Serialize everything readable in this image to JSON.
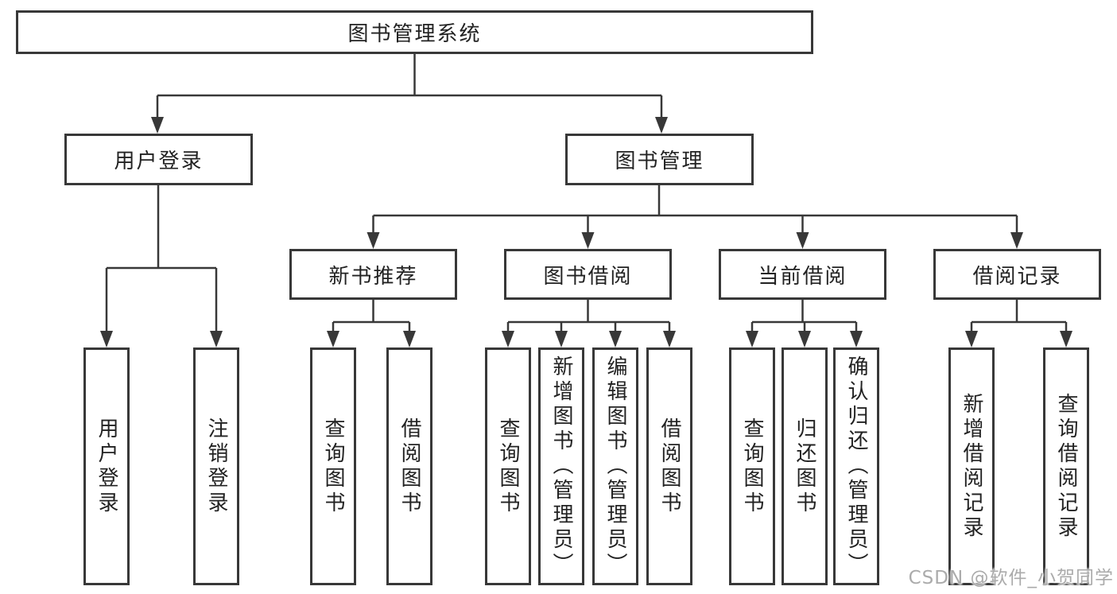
{
  "tree": {
    "root": "图书管理系统",
    "branches": [
      {
        "label": "用户登录",
        "children": [
          "用户登录",
          "注销登录"
        ]
      },
      {
        "label": "图书管理",
        "children": [
          {
            "label": "新书推荐",
            "children": [
              "查询图书",
              "借阅图书"
            ]
          },
          {
            "label": "图书借阅",
            "children": [
              "查询图书",
              "新增图书（管理员）",
              "编辑图书（管理员）",
              "借阅图书"
            ]
          },
          {
            "label": "当前借阅",
            "children": [
              "查询图书",
              "归还图书",
              "确认归还（管理员）"
            ]
          },
          {
            "label": "借阅记录",
            "children": [
              "新增借阅记录",
              "查询借阅记录"
            ]
          }
        ]
      }
    ]
  },
  "watermark": {
    "text": "CSDN @软件_小贺同学"
  },
  "colors": {
    "line": "#383838",
    "box_border": "#383838",
    "text": "#222222",
    "box_background": "#ffffff",
    "watermark": "#ababab"
  }
}
